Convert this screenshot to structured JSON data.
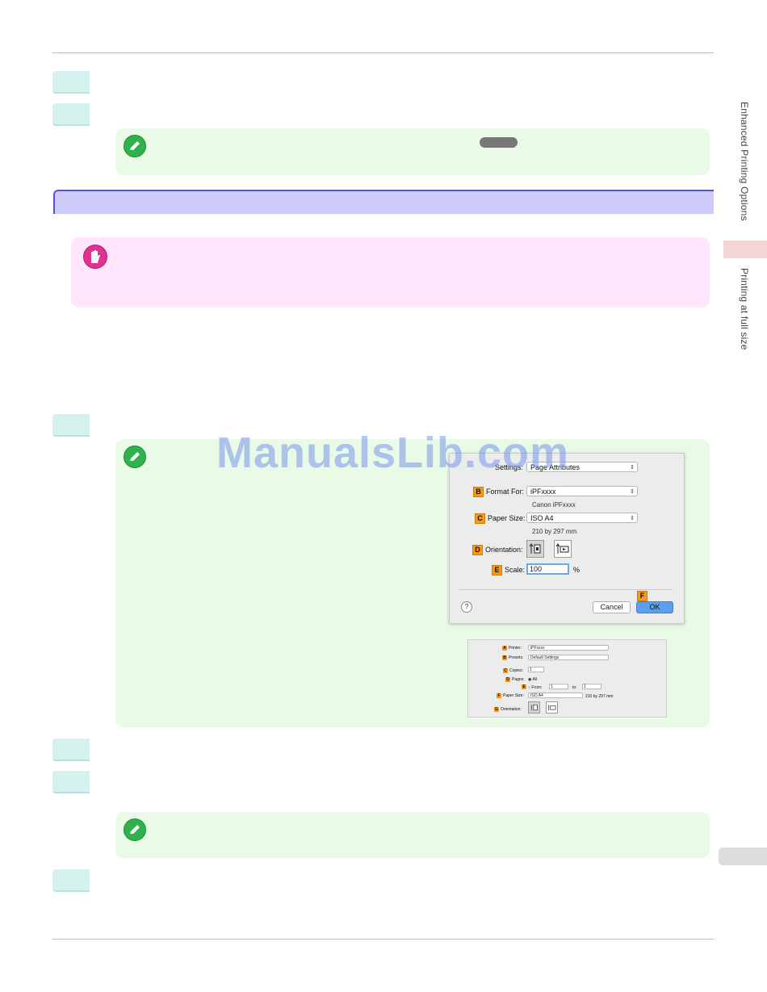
{
  "side_nav": {
    "chapter": "Enhanced Printing Options",
    "section": "Printing at full size"
  },
  "watermark": "ManualsLib.com",
  "page_setup_dialog": {
    "settings_label": "Settings:",
    "settings_value": "Page Attributes",
    "format_for_label": "Format For:",
    "format_for_value": "iPFxxxx",
    "format_for_sub": "Canon iPFxxxx",
    "paper_size_label": "Paper Size:",
    "paper_size_value": "ISO A4",
    "paper_size_sub": "210 by 297 mm",
    "orientation_label": "Orientation:",
    "scale_label": "Scale:",
    "scale_value": "100",
    "scale_unit": "%",
    "help_glyph": "?",
    "cancel_label": "Cancel",
    "ok_label": "OK",
    "badges": {
      "b": "B",
      "c": "C",
      "d": "D",
      "e": "E",
      "f": "F"
    }
  },
  "print_dialog": {
    "printer_label": "Printer:",
    "printer_value": "iPFxxxx",
    "presets_label": "Presets:",
    "presets_value": "Default Settings",
    "copies_label": "Copies:",
    "copies_value": "1",
    "pages_label": "Pages:",
    "pages_all": "All",
    "pages_from": "From:",
    "pages_from_value": "1",
    "pages_to": "to:",
    "pages_to_value": "1",
    "paper_size_label": "Paper Size:",
    "paper_size_value": "ISO A4",
    "paper_size_sub": "210 by 297 mm",
    "orientation_label": "Orientation:",
    "badges": {
      "a": "A",
      "b": "B",
      "c": "C",
      "d": "D",
      "e": "E",
      "f": "F",
      "g": "G"
    }
  }
}
